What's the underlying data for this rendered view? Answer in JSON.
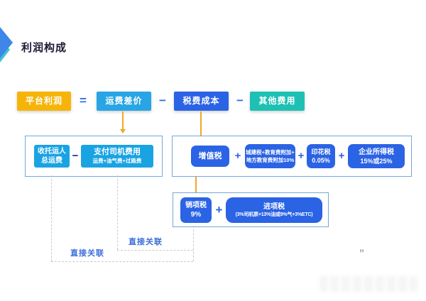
{
  "title": "利润构成",
  "formula": {
    "platform_profit": "平台利润",
    "equals_sign": "=",
    "freight_margin": "运费差价",
    "minus_sign_1": "−",
    "tax_cost": "税费成本",
    "minus_sign_2": "−",
    "other_fees": "其他费用"
  },
  "freight_group": {
    "consignor_line1": "收托运人",
    "consignor_line2": "总运费",
    "minus_sign": "−",
    "driver_fee_title": "支付司机费用",
    "driver_fee_sub": "运费+油气费+过路费"
  },
  "tax_group": {
    "vat": "增值税",
    "plus_sign_1": "+",
    "surcharge_line1": "城建税+教育费附加+",
    "surcharge_line2": "地方教育费附加10%",
    "plus_sign_2": "+",
    "stamp_tax_line1": "印花税",
    "stamp_tax_line2": "0.05%",
    "plus_sign_3": "+",
    "income_tax_line1": "企业所得税",
    "income_tax_line2": "15%或25%"
  },
  "vat_detail_group": {
    "output_tax_line1": "销项税",
    "output_tax_line2": "9%",
    "plus_sign": "+",
    "input_tax_title": "进项税",
    "input_tax_sub": "(3%司机票+13%油或9%气+3%ETC)"
  },
  "annotations": {
    "direct_link_inner": "直接关联",
    "direct_link_outer": "直接关联",
    "quote_mark": "”"
  },
  "colors": {
    "gold": "#F6B40A",
    "light_blue": "#29A5E5",
    "royal_blue": "#2B63E5",
    "teal": "#1EC0B4",
    "arrow_yellow": "#F5A623",
    "link_label_blue": "#3A6FD8",
    "group_border": "#74A9D8",
    "dark_minus_blue": "#1C2F7E"
  }
}
